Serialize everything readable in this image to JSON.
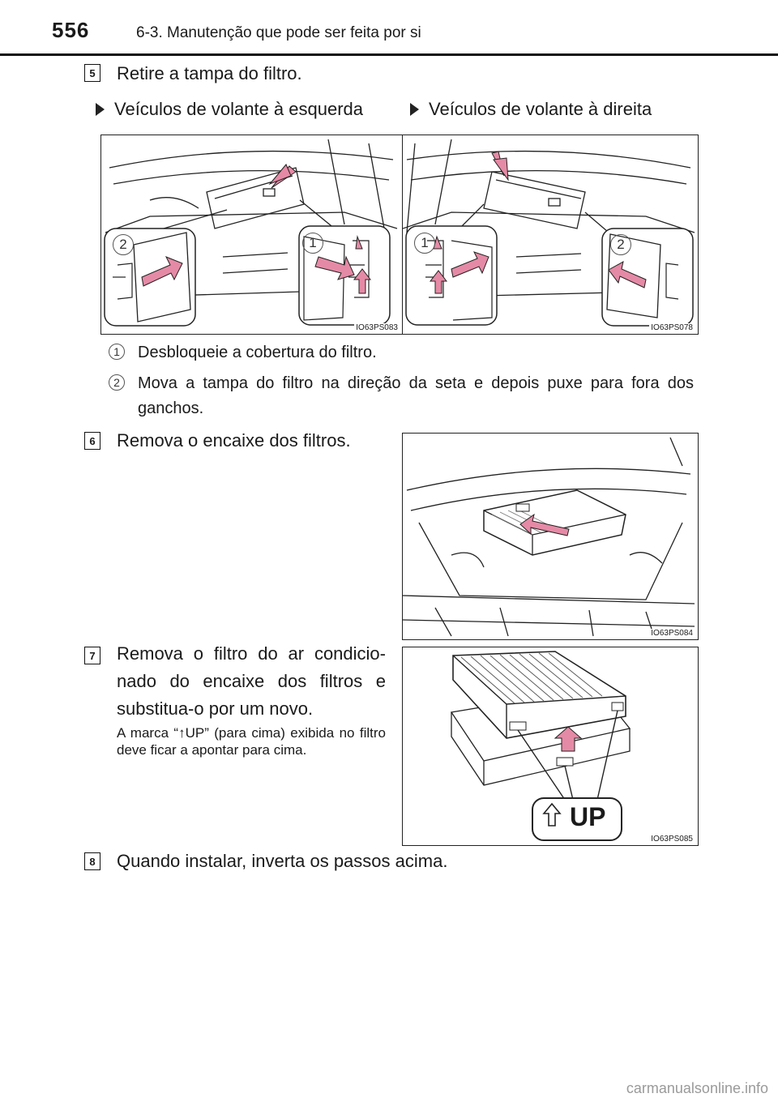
{
  "header": {
    "page_number": "556",
    "section_title": "6-3. Manutenção que pode ser feita por si"
  },
  "steps": [
    {
      "number": "5",
      "text": "Retire a tampa do filtro."
    },
    {
      "number": "6",
      "text": "Remova o encaixe dos filtros."
    },
    {
      "number": "7",
      "text": "Remova o filtro do ar condicio- nado do encaixe dos filtros e substitua-o por um novo."
    },
    {
      "number": "8",
      "text": "Quando instalar, inverta os passos acima."
    }
  ],
  "conditions": {
    "left": "Veículos de volante à esquerda",
    "right": "Veículos de volante à direita"
  },
  "figures": {
    "fig1": {
      "code": "IO63PS083",
      "callout_a": "2",
      "callout_b": "1"
    },
    "fig2": {
      "code": "IO63PS078",
      "callout_a": "1",
      "callout_b": "2"
    },
    "fig3": {
      "code": "IO63PS084"
    },
    "fig4": {
      "code": "IO63PS085",
      "label": "UP"
    }
  },
  "substeps": [
    {
      "number": "1",
      "text": "Desbloqueie a cobertura do filtro."
    },
    {
      "number": "2",
      "text": "Mova a tampa do filtro na direção da seta e depois puxe para fora dos ganchos."
    }
  ],
  "note": "A marca “↑UP” (para cima) exibida no filtro deve ficar a apontar para cima.",
  "watermark": "carmanualsonline.info",
  "colors": {
    "arrow": "#e58aa6",
    "line": "#222222"
  }
}
